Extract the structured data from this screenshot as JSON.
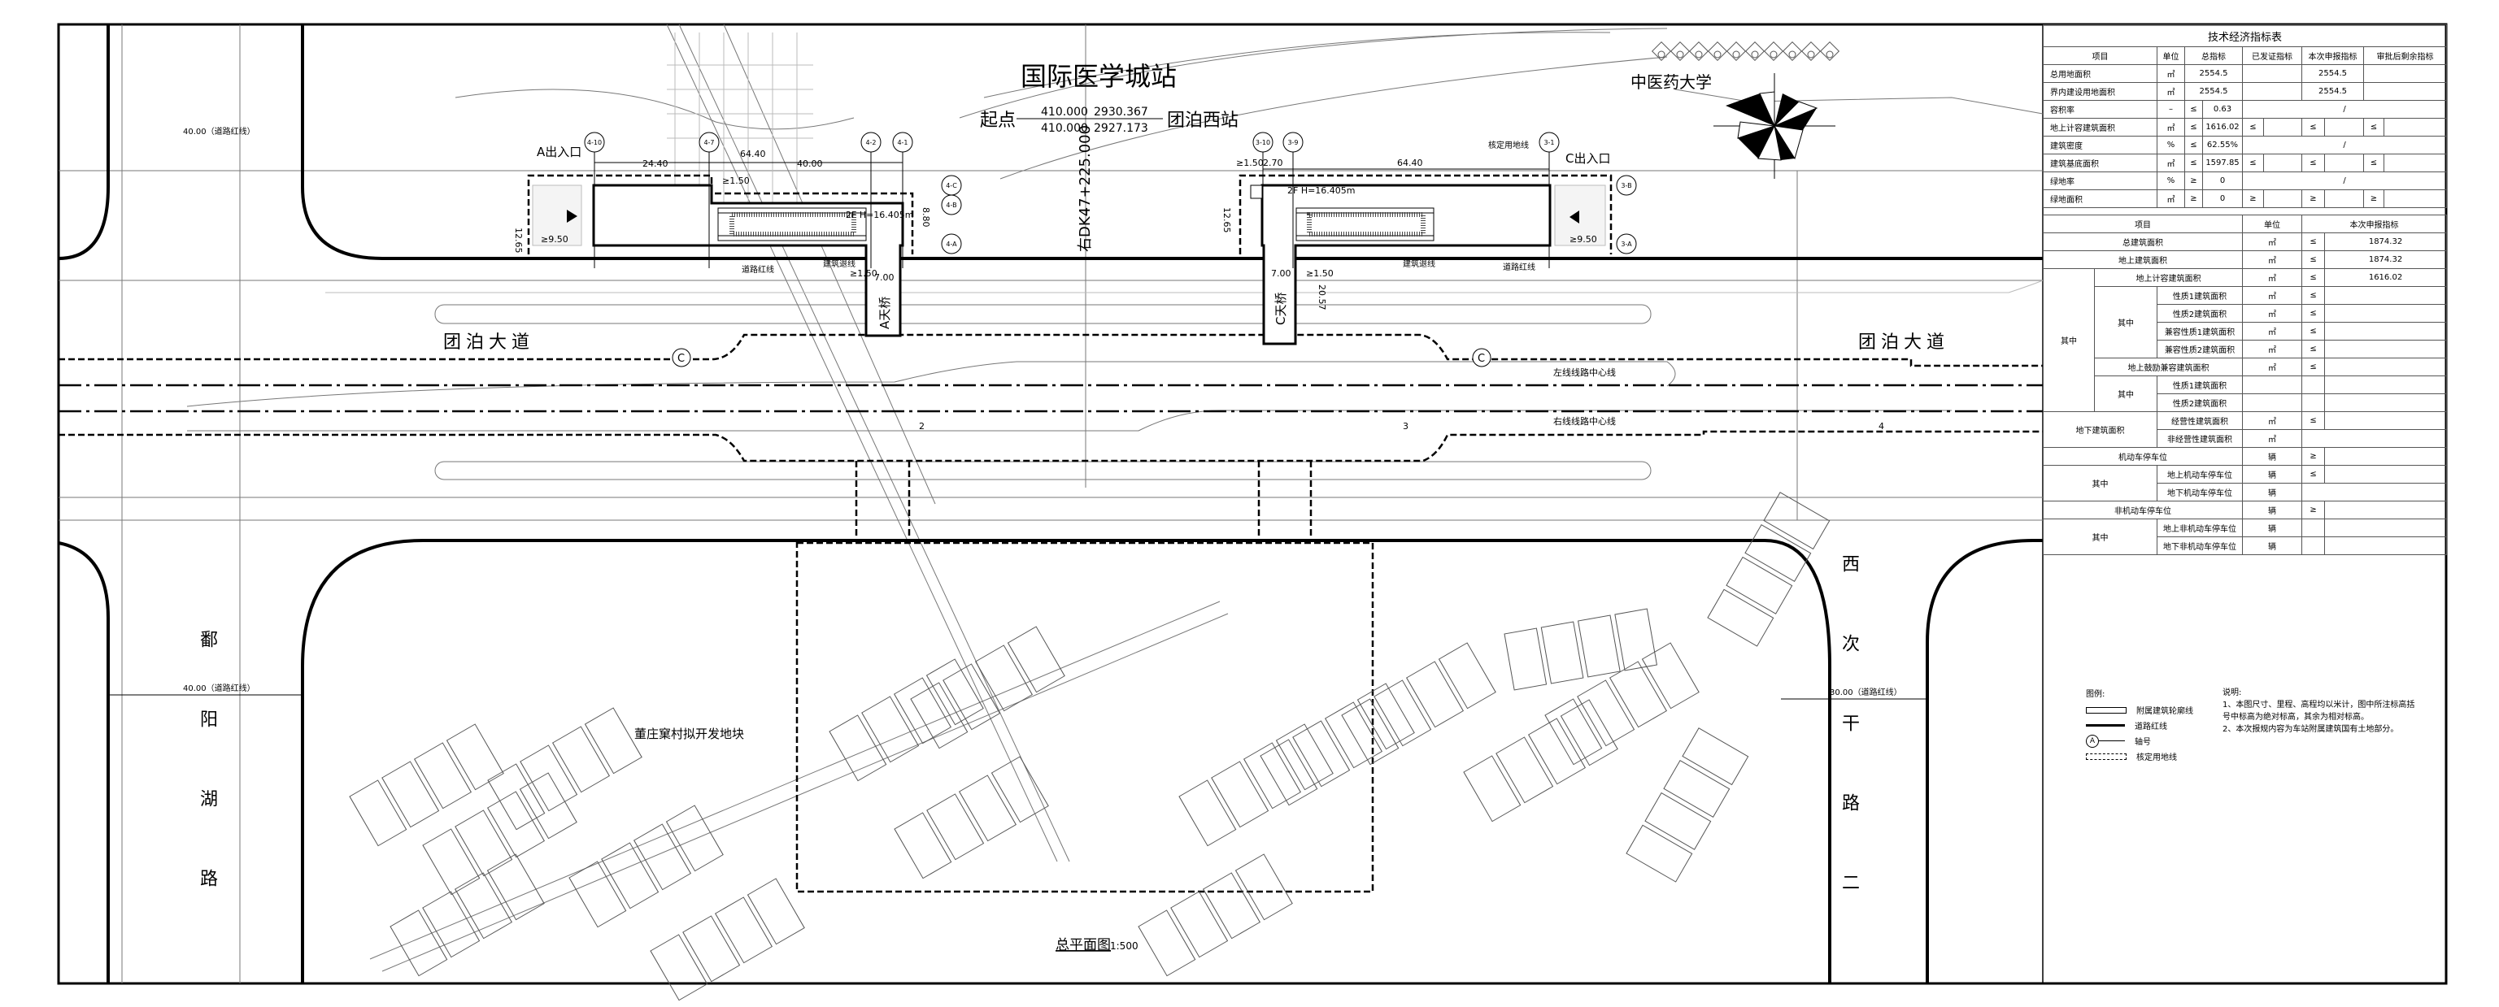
{
  "drawing": {
    "station_name": "国际医学城站",
    "start_label": "起点",
    "start_coords": {
      "x1": "410.000",
      "y1": "2930.367",
      "x2": "410.000",
      "y2": "2927.173"
    },
    "next_station": "团泊西站",
    "chainage": "右DK47+225.000",
    "university": "中医药大学",
    "main_road_left": "团泊大道",
    "main_road_right": "团泊大道",
    "left_road": "鄱阳湖路",
    "right_road": "西次干路二",
    "left_road_width_top": "40.00（道路红线）",
    "left_road_width_bottom": "40.00（道路红线）",
    "right_road_width": "30.00（道路红线）",
    "left_line_center": "左线线路中心线",
    "right_line_center": "右线线路中心线",
    "land_parcel": "董庄窠村拟开发地块",
    "title": "总平面图",
    "scale": "1:500",
    "axis_c": "C",
    "line_marks": [
      "2",
      "3",
      "4"
    ]
  },
  "building_a": {
    "entrance": "A出入口",
    "bridge": "A天桥",
    "floor": "2F H=16.405m",
    "axes": [
      "4-10",
      "4-7",
      "4-2",
      "4-1",
      "4-C",
      "4-B",
      "4-A"
    ],
    "dims": {
      "d1": "24.40",
      "d2": "64.40",
      "d3": "40.00",
      "setback": "≥1.50",
      "depth": "12.65",
      "entry": "≥9.50",
      "bridge_w": "7.00",
      "setback2": "≥1.50",
      "side": "8.80"
    },
    "red_line_label": "道路红线",
    "setback_label": "建筑退线"
  },
  "building_c": {
    "entrance": "C出入口",
    "bridge": "C天桥",
    "floor": "2F H=16.405m",
    "axes": [
      "3-10",
      "3-9",
      "3-1",
      "3-B",
      "3-A"
    ],
    "dims": {
      "d1": "64.40",
      "d2": "2.70",
      "setback": "≥1.50",
      "depth": "12.65",
      "entry": "≥9.50",
      "bridge_w": "7.00",
      "bridge_len": "20.57",
      "setback2": "≥1.50"
    },
    "land_line_label": "核定用地线",
    "red_line_label": "道路红线",
    "setback_label": "建筑退线"
  },
  "table1": {
    "title": "技术经济指标表",
    "headers": [
      "项目",
      "单位",
      "总指标",
      "已发证指标",
      "本次申报指标",
      "审批后剩余指标"
    ],
    "rows": [
      {
        "item": "总用地面积",
        "unit": "㎡",
        "total": "2554.5",
        "current": "2554.5"
      },
      {
        "item": "界内建设用地面积",
        "unit": "㎡",
        "total": "2554.5",
        "current": "2554.5"
      },
      {
        "item": "容积率",
        "unit": "–",
        "sym": "≤",
        "total": "0.63",
        "slash": "/"
      },
      {
        "item": "地上计容建筑面积",
        "unit": "㎡",
        "sym": "≤",
        "total": "1616.02"
      },
      {
        "item": "建筑密度",
        "unit": "%",
        "sym": "≤",
        "total": "62.55%",
        "slash": "/"
      },
      {
        "item": "建筑基底面积",
        "unit": "㎡",
        "sym": "≤",
        "total": "1597.85"
      },
      {
        "item": "绿地率",
        "unit": "%",
        "sym": "≥",
        "total": "0",
        "slash": "/"
      },
      {
        "item": "绿地面积",
        "unit": "㎡",
        "sym": "≥",
        "total": "0"
      }
    ]
  },
  "table2": {
    "headers": [
      "项目",
      "单位",
      "本次申报指标"
    ],
    "le": "≤",
    "ge": "≥",
    "m2": "㎡",
    "veh": "辆",
    "of_which": "其中",
    "total_area": "总建筑面积",
    "total_area_value": "1874.32",
    "above_area": "地上建筑面积",
    "above_area_value": "1874.32",
    "far_area": "地上计容建筑面积",
    "far_area_value": "1616.02",
    "nature1": "性质1建筑面积",
    "nature2": "性质2建筑面积",
    "compat1": "兼容性质1建筑面积",
    "compat2": "兼容性质2建筑面积",
    "encourage": "地上鼓励兼容建筑面积",
    "under_area": "地下建筑面积",
    "commercial": "经营性建筑面积",
    "noncommercial": "非经营性建筑面积",
    "motor": "机动车停车位",
    "motor_above": "地上机动车停车位",
    "motor_under": "地下机动车停车位",
    "nonmotor": "非机动车停车位",
    "nonmotor_above": "地上非机动车停车位",
    "nonmotor_under": "地下非机动车停车位"
  },
  "legend": {
    "title": "图例:",
    "items": [
      "附属建筑轮廓线",
      "道路红线",
      "轴号",
      "核定用地线"
    ],
    "axis_symbol": "A"
  },
  "notes": {
    "title": "说明:",
    "items": [
      "1、本图尺寸、里程、高程均以米计，图中所注标高括号中标高为绝对标高，其余为相对标高。",
      "2、本次报规内容为车站附属建筑国有土地部分。"
    ]
  }
}
